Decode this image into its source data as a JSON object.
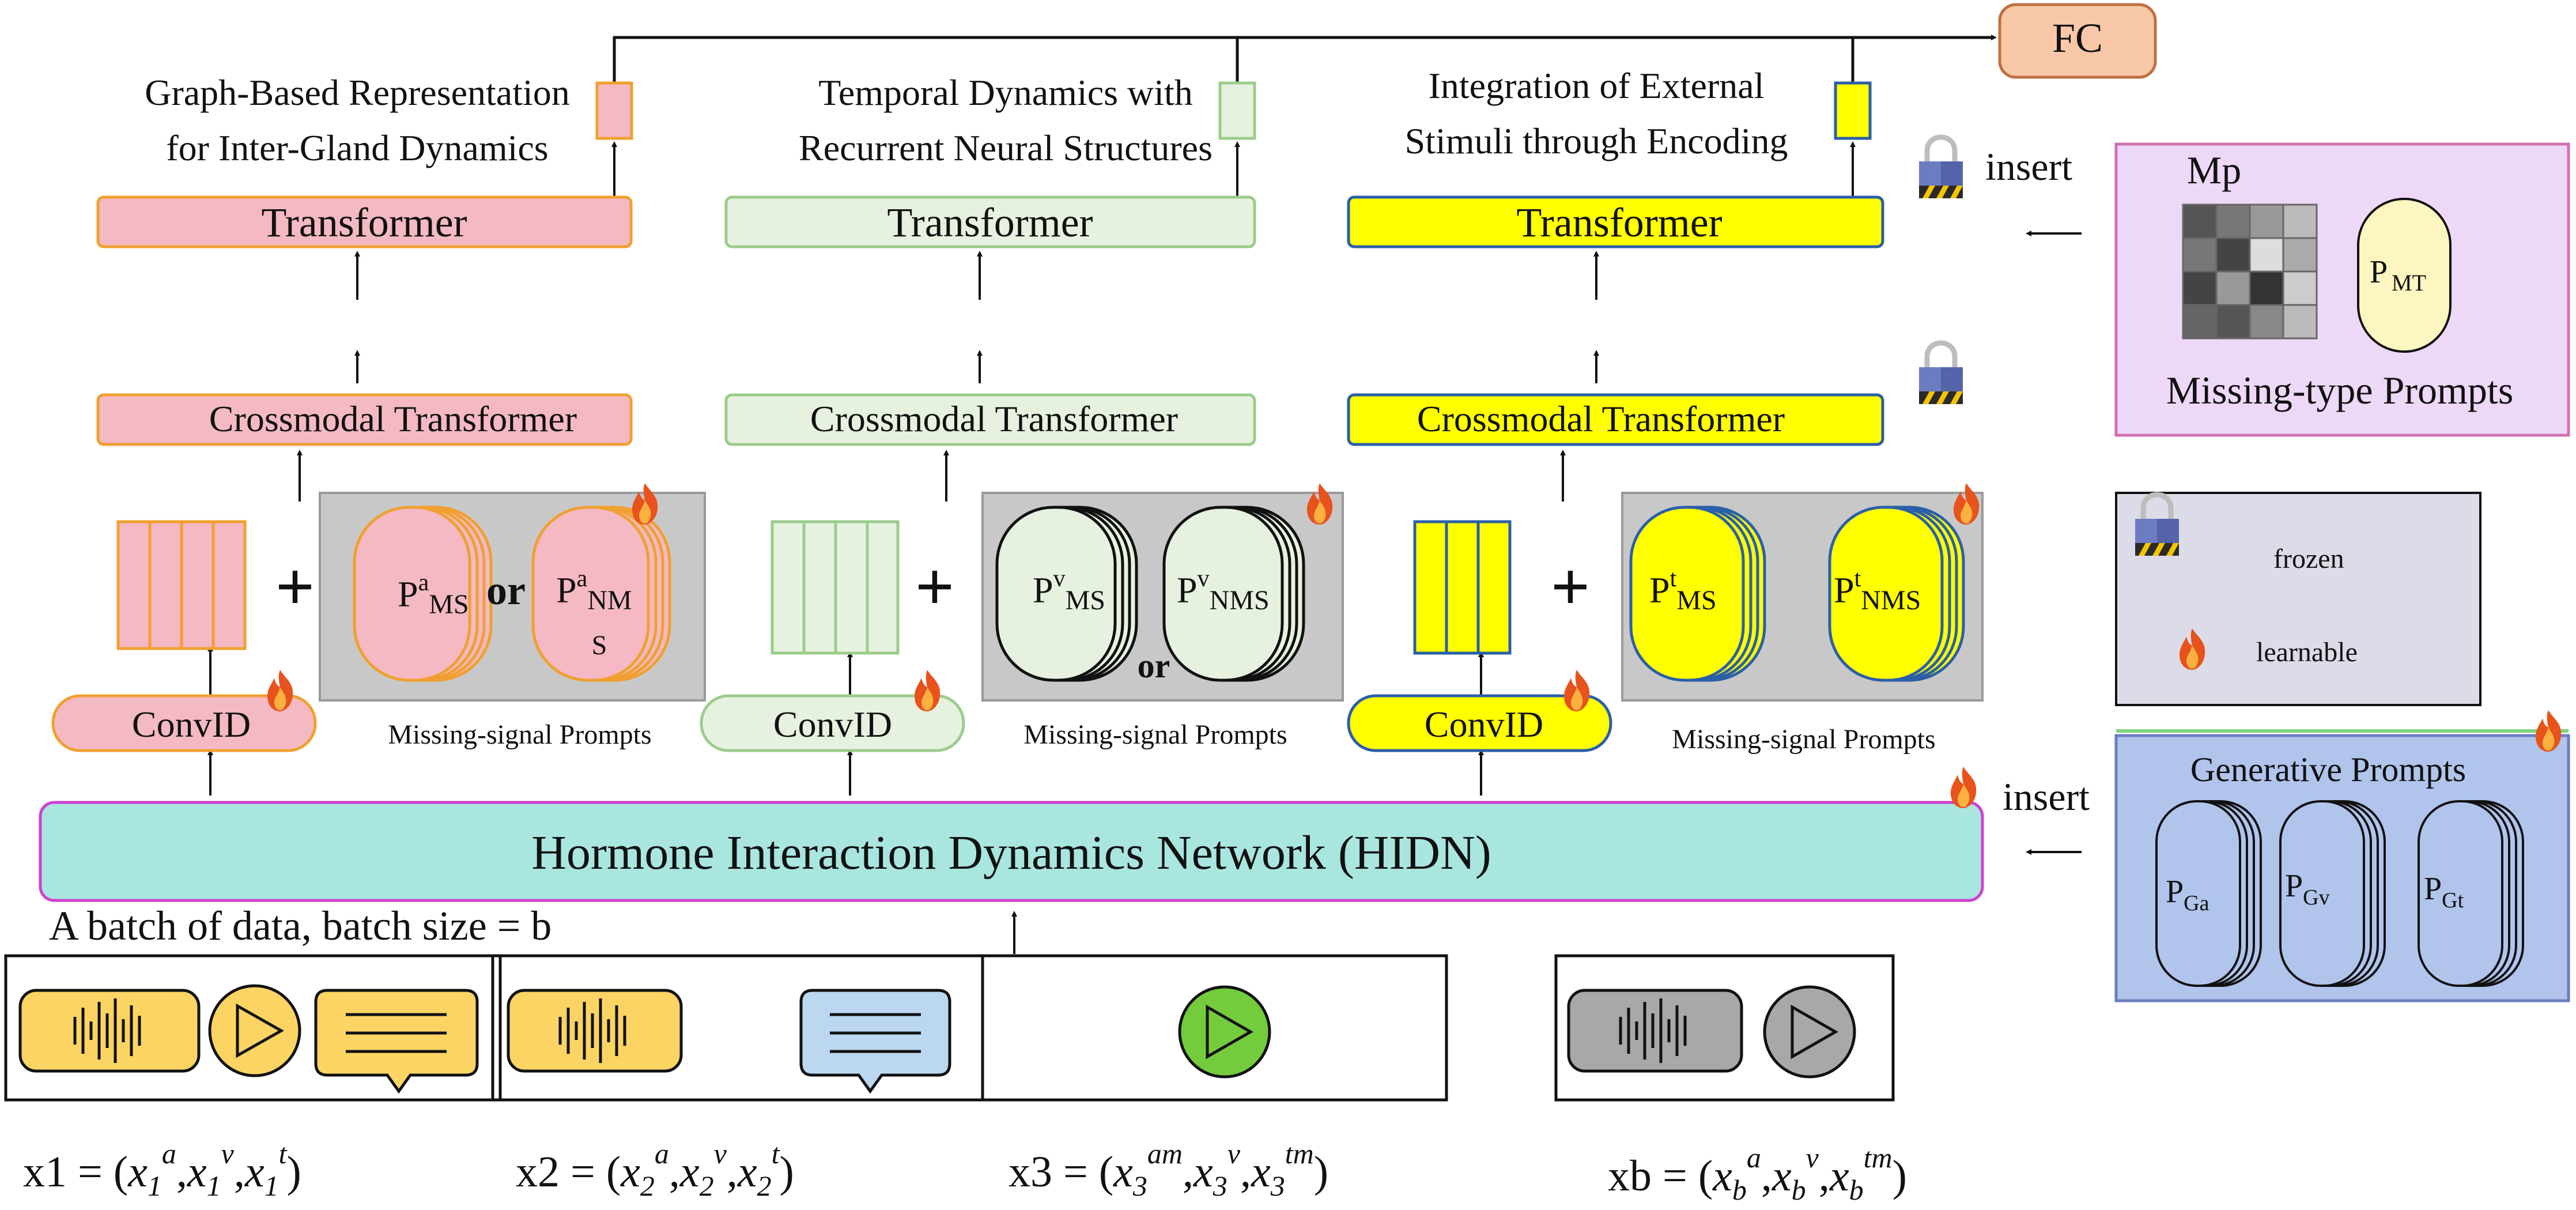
{
  "labels": {
    "fc": "FC",
    "insert_top": "insert",
    "insert_bottom": "insert",
    "captions": {
      "audio": [
        "Graph-Based Representation",
        "for Inter-Gland Dynamics"
      ],
      "visual": [
        "Temporal Dynamics with",
        "Recurrent Neural Structures"
      ],
      "text": [
        "Integration of External",
        "Stimuli through Encoding"
      ]
    },
    "transformer": "Transformer",
    "crossmodal": "Crossmodal Transformer",
    "convid": "ConvID",
    "plus": "+",
    "or": "or",
    "missing_signal_prompts": "Missing-signal Prompts",
    "hidn": "Hormone Interaction Dynamics Network (HIDN)",
    "batch": "A batch of data, batch size = b",
    "missing_type": {
      "title": "Mp",
      "caption": "Missing-type Prompts",
      "pill_main": "P",
      "pill_sub": "MT"
    },
    "legend": {
      "frozen": "frozen",
      "learnable": "learnable"
    },
    "generative": {
      "title": "Generative Prompts",
      "main": "P",
      "subs": [
        "Ga",
        "Gv",
        "Gt"
      ]
    }
  },
  "prompts": {
    "audio": {
      "main": "P",
      "sup": "a",
      "ms_sub": "MS",
      "nms_sub_1": "NM",
      "nms_sub_2": "S"
    },
    "visual": {
      "main": "P",
      "sup": "v",
      "ms_sub": "MS",
      "nms_sub": "NMS"
    },
    "text": {
      "main": "P",
      "sup": "t",
      "ms_sub": "MS",
      "nms_sub": "NMS"
    }
  },
  "equations": {
    "x1": {
      "lhs": "x1 = (",
      "terms": [
        [
          "x",
          "1",
          "a"
        ],
        [
          "x",
          "1",
          "v"
        ],
        [
          "x",
          "1",
          "t"
        ]
      ]
    },
    "x2": {
      "lhs": "x2 = (",
      "terms": [
        [
          "x",
          "2",
          "a"
        ],
        [
          "x",
          "2",
          "v"
        ],
        [
          "x",
          "2",
          "t"
        ]
      ]
    },
    "x3": {
      "lhs": "x3 = (",
      "terms": [
        [
          "x",
          "3",
          "am"
        ],
        [
          "x",
          "3",
          "v"
        ],
        [
          "x",
          "3",
          "tm"
        ]
      ]
    },
    "xb": {
      "lhs": "xb = (",
      "terms": [
        [
          "x",
          "b",
          "a"
        ],
        [
          "x",
          "b",
          "v"
        ],
        [
          "x",
          "b",
          "tm"
        ]
      ]
    }
  },
  "colors": {
    "audio_fill": "#f4b9c3",
    "audio_stroke": "#f0a030",
    "visual_fill": "#e6f2df",
    "visual_stroke": "#9ccc8c",
    "text_fill": "#ffff00",
    "text_stroke": "#2b5fa8",
    "hidn_fill": "#a8e6df",
    "hidn_stroke": "#d040d0",
    "gray_panel": "#c8c8c8",
    "mt_panel": "#eed8f8",
    "mt_panel_stroke": "#d070b0",
    "legend_panel": "#dcdce8",
    "gen_panel": "#b0c4ec",
    "gen_panel_stroke": "#6c7cc0",
    "fc_fill": "#f8c8a8",
    "fc_stroke": "#c07040",
    "icon_yellow": "#fcd464",
    "icon_blue": "#bcd8f0",
    "icon_green": "#74cc3c",
    "icon_gray": "#a8a8a8",
    "pill_mt": "#fdf6c0"
  }
}
